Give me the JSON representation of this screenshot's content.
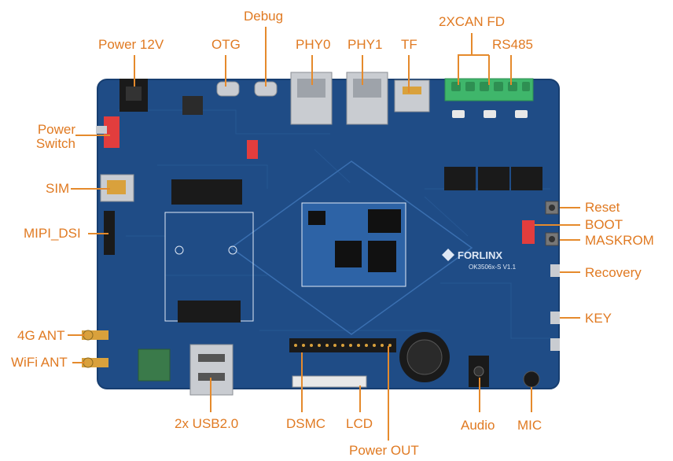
{
  "colors": {
    "label": "#e07a22",
    "leader": "#e58a2c",
    "pcb": "#1f4c86",
    "pcb_edge": "#173e70",
    "trace": "#2a5c99",
    "silkscreen": "#dfe8f5",
    "som": "#2d63a6",
    "connector_green": "#3fb66b",
    "switch_red": "#e23d3d",
    "metal": "#c9ccd1",
    "black_part": "#1a1a1a"
  },
  "labels": {
    "debug": "Debug",
    "can_fd": "2XCAN FD",
    "power_12v": "Power 12V",
    "otg": "OTG",
    "phy0": "PHY0",
    "phy1": "PHY1",
    "tf": "TF",
    "rs485": "RS485",
    "power_switch_line1": "Power",
    "power_switch_line2": "Switch",
    "sim": "SIM",
    "mipi_dsi": "MIPI_DSI",
    "reset": "Reset",
    "boot": "BOOT",
    "maskrom": "MASKROM",
    "recovery": "Recovery",
    "key": "KEY",
    "ant_4g": "4G ANT",
    "wifi_ant": "WiFi ANT",
    "usb20": "2x USB2.0",
    "dsmc": "DSMC",
    "lcd": "LCD",
    "audio": "Audio",
    "mic": "MIC",
    "power_out": "Power OUT"
  },
  "silkscreen": {
    "brand": "FORLINX",
    "model": "OK3506x-S V1.1"
  },
  "icons": {
    "forlinx_logo": "forlinx-logo-icon"
  }
}
